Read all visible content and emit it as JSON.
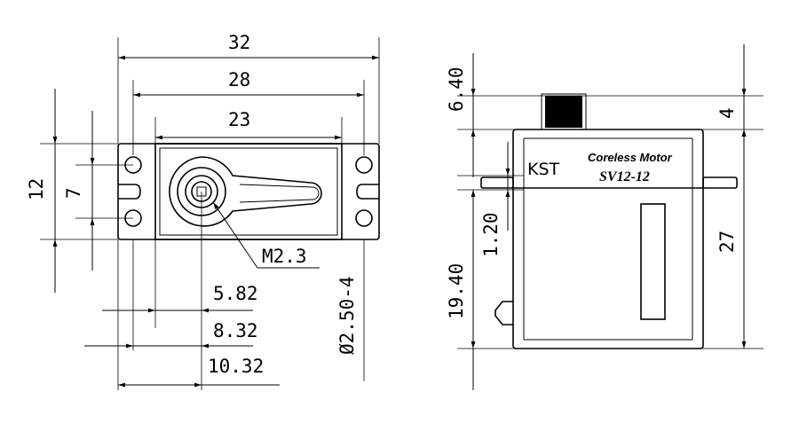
{
  "front_view": {
    "width_overall": "32",
    "width_holes": "28",
    "width_body": "23",
    "height_holes": "12",
    "height_tab": "7",
    "screw": "M2.3",
    "hole_dia": "Ø2.50-4",
    "offset_1": "5.82",
    "offset_2": "8.32",
    "offset_3": "10.32"
  },
  "side_view": {
    "horn_height": "6.40",
    "spline_height": "4",
    "flange_thickness": "1.20",
    "body_lower": "19.40",
    "body_height": "27",
    "brand": "KST",
    "motor_label": "Coreless Motor",
    "model": "SV12-12"
  }
}
